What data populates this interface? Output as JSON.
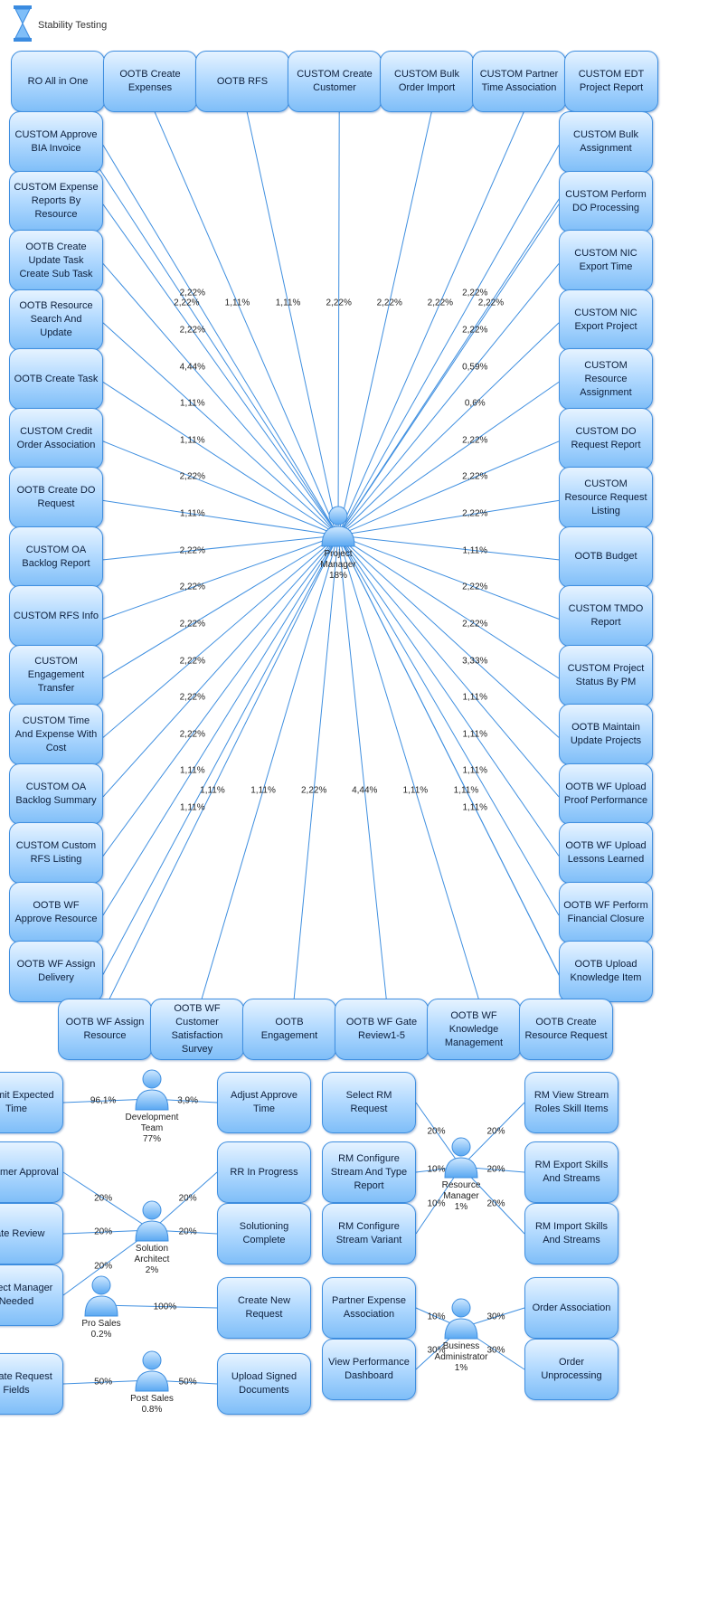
{
  "header": {
    "title": "Stability Testing"
  },
  "main_diagram": {
    "actor": {
      "name_line1": "Project",
      "name_line2": "Manager",
      "percent": "18%"
    },
    "top_items": [
      {
        "label": "RO All in One",
        "percent": "2,22%"
      },
      {
        "label": "OOTB Create Expenses",
        "percent": "1,11%"
      },
      {
        "label": "OOTB RFS",
        "percent": "1,11%"
      },
      {
        "label": "CUSTOM Create Customer",
        "percent": "2,22%"
      },
      {
        "label": "CUSTOM Bulk Order Import",
        "percent": "2,22%"
      },
      {
        "label": "CUSTOM Partner Time Association",
        "percent": "2,22%"
      },
      {
        "label": "CUSTOM EDT Project Report",
        "percent": "2,22%"
      }
    ],
    "left_items": [
      {
        "label": "CUSTOM Approve BIA Invoice",
        "percent": "2,22%"
      },
      {
        "label": "CUSTOM Expense Reports By Resource",
        "percent": "2,22%"
      },
      {
        "label": "OOTB Create Update Task Create Sub Task",
        "percent": "4,44%"
      },
      {
        "label": "OOTB Resource Search And Update",
        "percent": "1,11%"
      },
      {
        "label": "OOTB Create Task",
        "percent": "1,11%"
      },
      {
        "label": "CUSTOM Credit Order Association",
        "percent": "2,22%"
      },
      {
        "label": "OOTB Create DO Request",
        "percent": "1,11%"
      },
      {
        "label": "CUSTOM OA Backlog Report",
        "percent": "2,22%"
      },
      {
        "label": "CUSTOM RFS Info",
        "percent": "2,22%"
      },
      {
        "label": "CUSTOM Engagement Transfer",
        "percent": "2,22%"
      },
      {
        "label": "CUSTOM Time And Expense With Cost",
        "percent": "2,22%"
      },
      {
        "label": "CUSTOM OA Backlog Summary",
        "percent": "2,22%"
      },
      {
        "label": "CUSTOM Custom RFS Listing",
        "percent": "2,22%"
      },
      {
        "label": "OOTB WF Approve Resource",
        "percent": "1,11%"
      },
      {
        "label": "OOTB WF Assign Delivery",
        "percent": "1,11%"
      }
    ],
    "right_items": [
      {
        "label": "CUSTOM Bulk Assignment",
        "percent": "2,22%"
      },
      {
        "label": "CUSTOM Perform DO Processing",
        "percent": "2,22%"
      },
      {
        "label": "CUSTOM NIC Export Time",
        "percent": "0,59%"
      },
      {
        "label": "CUSTOM NIC Export Project",
        "percent": "0,6%"
      },
      {
        "label": "CUSTOM Resource Assignment",
        "percent": "2,22%"
      },
      {
        "label": "CUSTOM DO Request Report",
        "percent": "2,22%"
      },
      {
        "label": "CUSTOM Resource Request Listing",
        "percent": "2,22%"
      },
      {
        "label": "OOTB Budget",
        "percent": "1,11%"
      },
      {
        "label": "CUSTOM TMDO Report",
        "percent": "2,22%"
      },
      {
        "label": "CUSTOM Project Status By PM",
        "percent": "2,22%"
      },
      {
        "label": "OOTB Maintain Update Projects",
        "percent": "3,33%"
      },
      {
        "label": "OOTB WF Upload Proof Performance",
        "percent": "1,11%"
      },
      {
        "label": "OOTB WF Upload Lessons Learned",
        "percent": "1,11%"
      },
      {
        "label": "OOTB WF Perform Financial Closure",
        "percent": "1,11%"
      },
      {
        "label": "OOTB Upload Knowledge Item",
        "percent": "1,11%"
      }
    ],
    "bottom_items": [
      {
        "label": "OOTB WF Assign Resource",
        "percent": "1,11%"
      },
      {
        "label": "OOTB WF Customer Satisfaction Survey",
        "percent": "1,11%"
      },
      {
        "label": "OOTB Engagement",
        "percent": "2,22%"
      },
      {
        "label": "OOTB WF Gate Review1-5",
        "percent": "4,44%"
      },
      {
        "label": "OOTB WF Knowledge Management",
        "percent": "1,11%"
      },
      {
        "label": "OOTB Create Resource Request",
        "percent": "1,11%"
      }
    ]
  },
  "lower_groups": [
    {
      "actor": {
        "lines": [
          "Development",
          "Team",
          "77%"
        ]
      },
      "links": [
        {
          "label": "Submit Expected Time",
          "percent": "96,1%"
        },
        {
          "label": "Adjust Approve Time",
          "percent": "3,9%"
        }
      ]
    },
    {
      "actor": {
        "lines": [
          "Solution",
          "Architect",
          "2%"
        ]
      },
      "links": [
        {
          "label": "Customer Approval",
          "percent": "20%"
        },
        {
          "label": "Gate Review",
          "percent": "20%"
        },
        {
          "label": "Project Manager Needed",
          "percent": "20%"
        },
        {
          "label": "RR In Progress",
          "percent": "20%"
        },
        {
          "label": "Solutioning Complete",
          "percent": "20%"
        }
      ]
    },
    {
      "actor": {
        "lines": [
          "Pro Sales",
          "0.2%"
        ]
      },
      "links": [
        {
          "label": "Create New Request",
          "percent": "100%"
        }
      ]
    },
    {
      "actor": {
        "lines": [
          "Post Sales",
          "0.8%"
        ]
      },
      "links": [
        {
          "label": "Update Request Fields",
          "percent": "50%"
        },
        {
          "label": "Upload Signed Documents",
          "percent": "50%"
        }
      ]
    },
    {
      "actor": {
        "lines": [
          "Resource",
          "Manager",
          "1%"
        ]
      },
      "links": [
        {
          "label": "Select RM Request",
          "percent": "20%"
        },
        {
          "label": "RM Configure Stream And Type Report",
          "percent": "10%"
        },
        {
          "label": "RM Configure Stream Variant",
          "percent": "10%"
        },
        {
          "label": "RM View Stream Roles Skill Items",
          "percent": "20%"
        },
        {
          "label": "RM Export Skills And Streams",
          "percent": "20%"
        },
        {
          "label": "RM Import Skills And Streams",
          "percent": "20%"
        }
      ]
    },
    {
      "actor": {
        "lines": [
          "Business",
          "Administrator",
          "1%"
        ]
      },
      "links": [
        {
          "label": "Partner Expense Association",
          "percent": "10%"
        },
        {
          "label": "View Performance Dashboard",
          "percent": "30%"
        },
        {
          "label": "Order Association",
          "percent": "30%"
        },
        {
          "label": "Order Unprocessing",
          "percent": "30%"
        }
      ]
    }
  ]
}
